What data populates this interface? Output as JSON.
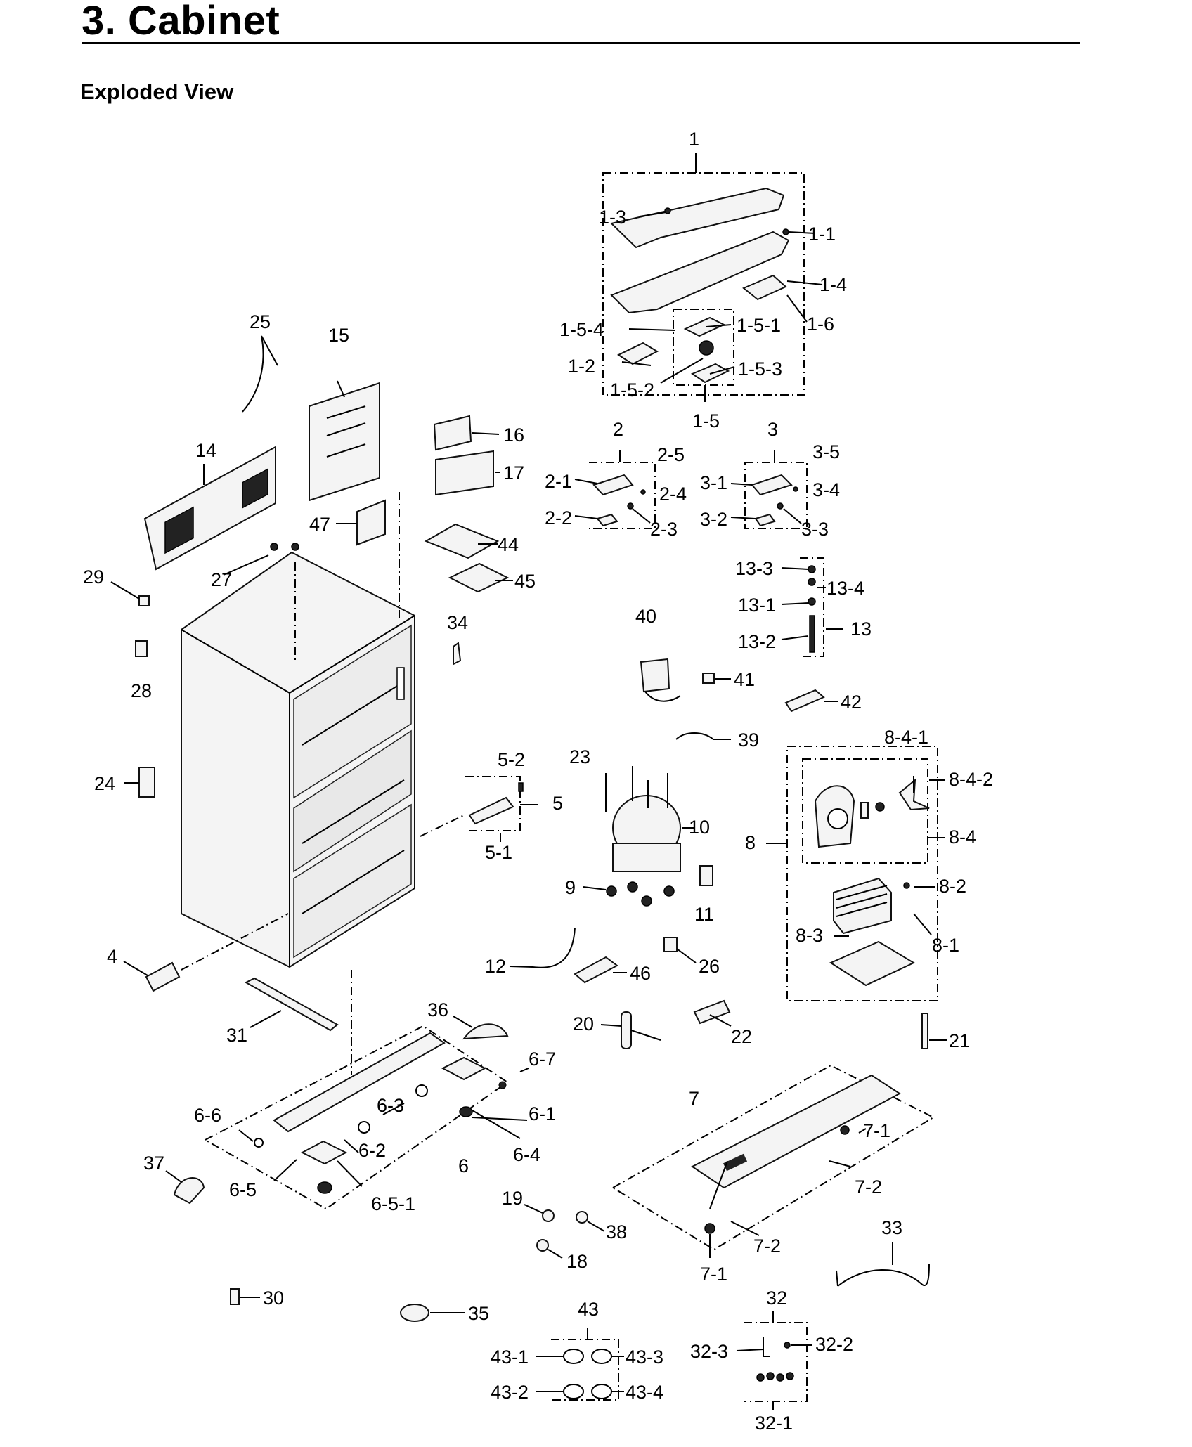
{
  "header": {
    "title": "3.  Cabinet",
    "subtitle": "Exploded View"
  },
  "callouts": {
    "c1": "1",
    "c1_1": "1-1",
    "c1_2": "1-2",
    "c1_3": "1-3",
    "c1_4": "1-4",
    "c1_5": "1-5",
    "c1_5_1": "1-5-1",
    "c1_5_2": "1-5-2",
    "c1_5_3": "1-5-3",
    "c1_5_4": "1-5-4",
    "c1_6": "1-6",
    "c2": "2",
    "c2_1": "2-1",
    "c2_2": "2-2",
    "c2_3": "2-3",
    "c2_4": "2-4",
    "c2_5": "2-5",
    "c3": "3",
    "c3_1": "3-1",
    "c3_2": "3-2",
    "c3_3": "3-3",
    "c3_4": "3-4",
    "c3_5": "3-5",
    "c4": "4",
    "c5": "5",
    "c5_1": "5-1",
    "c5_2": "5-2",
    "c6": "6",
    "c6_1": "6-1",
    "c6_2": "6-2",
    "c6_3": "6-3",
    "c6_4": "6-4",
    "c6_5": "6-5",
    "c6_5_1": "6-5-1",
    "c6_6": "6-6",
    "c6_7": "6-7",
    "c7": "7",
    "c7_1a": "7-1",
    "c7_1b": "7-1",
    "c7_2a": "7-2",
    "c7_2b": "7-2",
    "c8": "8",
    "c8_1": "8-1",
    "c8_2": "8-2",
    "c8_3": "8-3",
    "c8_4": "8-4",
    "c8_4_1": "8-4-1",
    "c8_4_2": "8-4-2",
    "c9": "9",
    "c10": "10",
    "c11": "11",
    "c12": "12",
    "c13": "13",
    "c13_1": "13-1",
    "c13_2": "13-2",
    "c13_3": "13-3",
    "c13_4": "13-4",
    "c14": "14",
    "c15": "15",
    "c16": "16",
    "c17": "17",
    "c18": "18",
    "c19": "19",
    "c20": "20",
    "c21": "21",
    "c22": "22",
    "c23": "23",
    "c24": "24",
    "c25": "25",
    "c26": "26",
    "c27": "27",
    "c28": "28",
    "c29": "29",
    "c30": "30",
    "c31": "31",
    "c32": "32",
    "c32_1": "32-1",
    "c32_2": "32-2",
    "c32_3": "32-3",
    "c33": "33",
    "c34": "34",
    "c35": "35",
    "c36": "36",
    "c37": "37",
    "c38": "38",
    "c39": "39",
    "c40": "40",
    "c41": "41",
    "c42": "42",
    "c43": "43",
    "c43_1": "43-1",
    "c43_2": "43-2",
    "c43_3": "43-3",
    "c43_4": "43-4",
    "c44": "44",
    "c45": "45",
    "c46": "46",
    "c47": "47"
  }
}
